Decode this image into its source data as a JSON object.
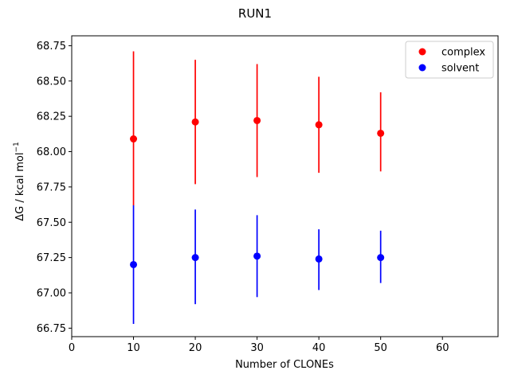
{
  "chart_data": {
    "type": "scatter",
    "title": "RUN1",
    "xlabel": "Number of CLONEs",
    "ylabel": "ΔG / kcal mol",
    "ylabel_sup": "−1",
    "xlim": [
      0,
      69
    ],
    "ylim": [
      66.69,
      68.82
    ],
    "xticks": [
      0,
      10,
      20,
      30,
      40,
      50,
      60
    ],
    "yticks": [
      66.75,
      67.0,
      67.25,
      67.5,
      67.75,
      68.0,
      68.25,
      68.5,
      68.75
    ],
    "ytick_labels": [
      "66.75",
      "67.00",
      "67.25",
      "67.50",
      "67.75",
      "68.00",
      "68.25",
      "68.50",
      "68.75"
    ],
    "legend_position": "top-right",
    "series": [
      {
        "name": "complex",
        "color": "#ff0000",
        "x": [
          10,
          20,
          30,
          40,
          50
        ],
        "y": [
          68.09,
          68.21,
          68.22,
          68.19,
          68.13
        ],
        "err_low": [
          67.62,
          67.77,
          67.82,
          67.85,
          67.86
        ],
        "err_high": [
          68.71,
          68.65,
          68.62,
          68.53,
          68.42
        ]
      },
      {
        "name": "solvent",
        "color": "#0000ff",
        "x": [
          10,
          20,
          30,
          40,
          50
        ],
        "y": [
          67.2,
          67.25,
          67.26,
          67.24,
          67.25
        ],
        "err_low": [
          66.78,
          66.92,
          66.97,
          67.02,
          67.07
        ],
        "err_high": [
          67.62,
          67.59,
          67.55,
          67.45,
          67.44
        ]
      }
    ]
  }
}
